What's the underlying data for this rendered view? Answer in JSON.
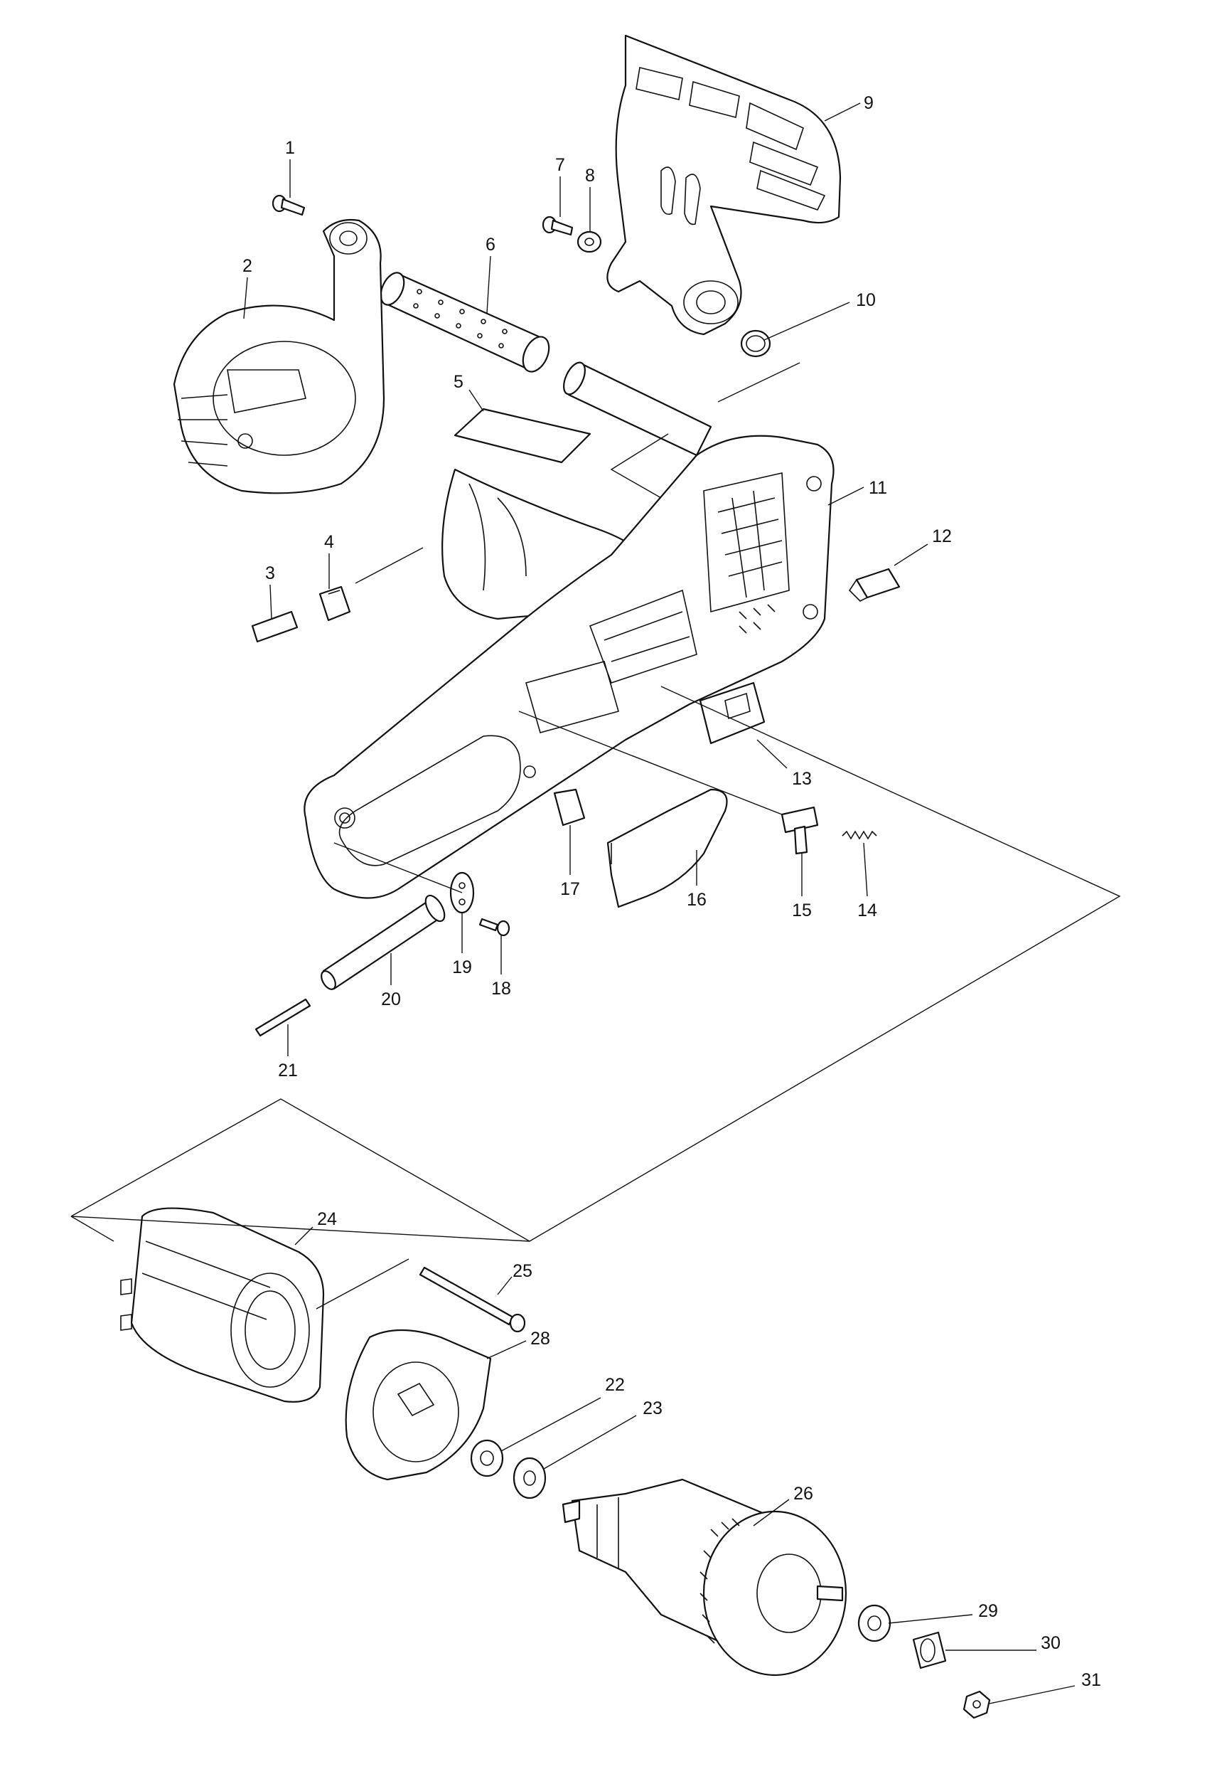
{
  "diagram": {
    "type": "exploded parts diagram",
    "callouts": [
      "1",
      "2",
      "3",
      "4",
      "5",
      "6",
      "7",
      "8",
      "9",
      "10",
      "11",
      "12",
      "13",
      "14",
      "15",
      "16",
      "17",
      "18",
      "19",
      "20",
      "21",
      "22",
      "23",
      "24",
      "25",
      "26",
      "28",
      "29",
      "30",
      "31"
    ]
  }
}
